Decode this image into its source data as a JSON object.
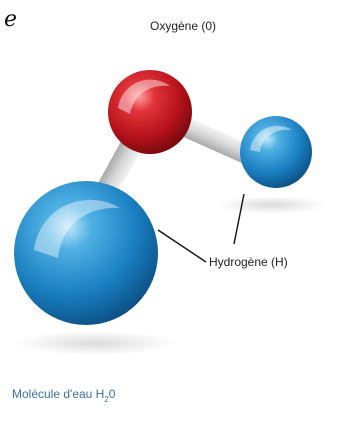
{
  "corner_fragment": "e",
  "labels": {
    "oxygen": "Oxygène (0)",
    "hydrogen": "Hydrogène (H)"
  },
  "caption": {
    "main": "Molécule d'eau H",
    "subscript": "2",
    "tail": "0"
  },
  "colors": {
    "oxygen_atom": "#c8141c",
    "hydrogen_atom": "#1a7fc1",
    "bond": "#d9d9d9",
    "caption": "#3f6fa7",
    "leader_line": "#111111"
  }
}
